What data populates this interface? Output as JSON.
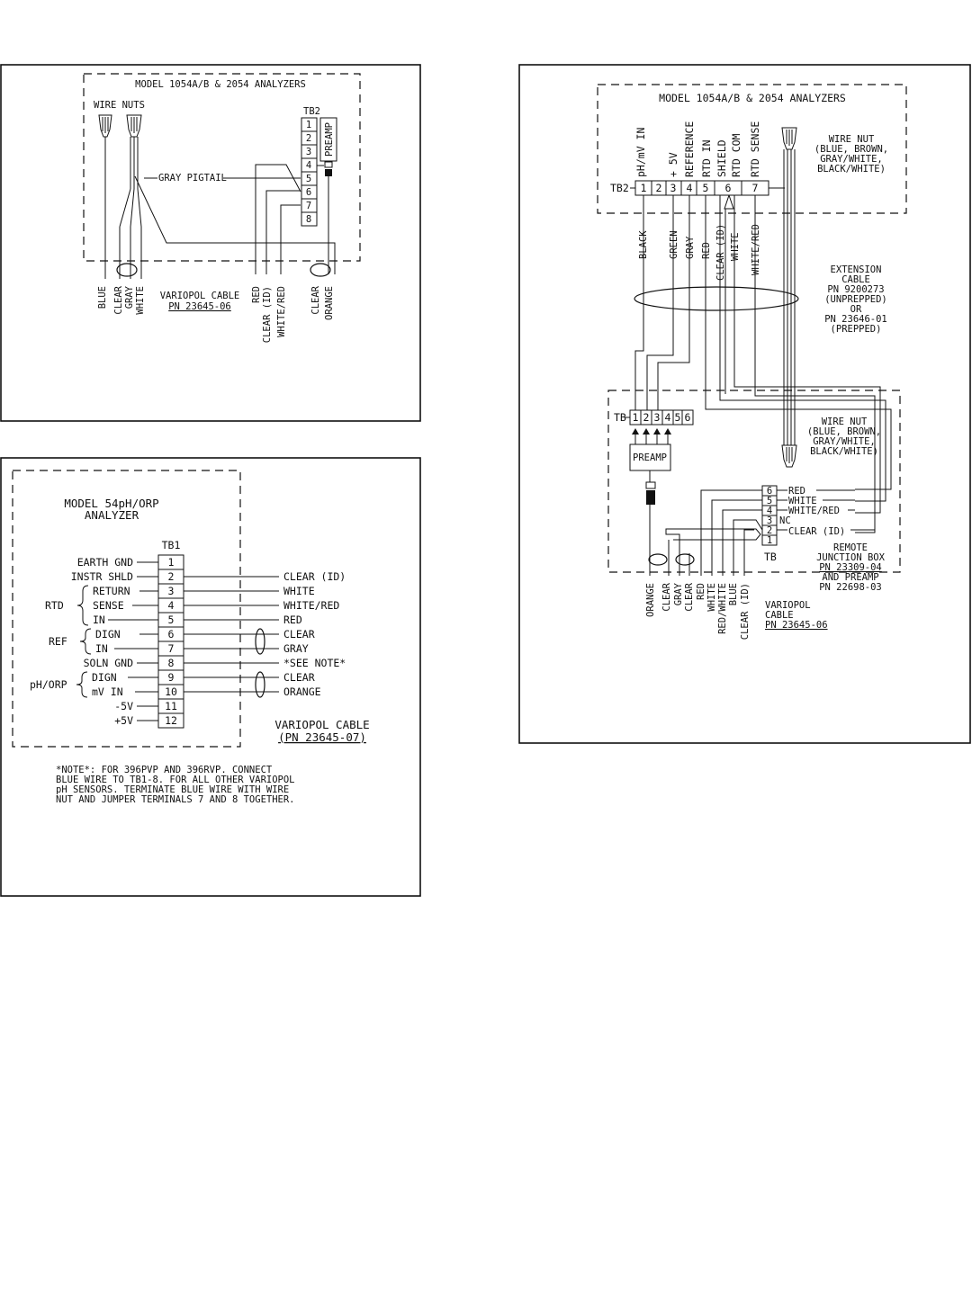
{
  "fig1": {
    "title": "MODEL 1054A/B & 2054 ANALYZERS",
    "wire_nuts": "WIRE NUTS",
    "tb_label": "TB2",
    "terminals": [
      "1",
      "2",
      "3",
      "4",
      "5",
      "6",
      "7",
      "8"
    ],
    "preamp": "PREAMP",
    "gray_pigtail": "GRAY PIGTAIL",
    "wires_left": [
      "BLUE",
      "CLEAR",
      "GRAY",
      "WHITE"
    ],
    "cable_label": [
      "VARIOPOL CABLE",
      "PN 23645-06"
    ],
    "wires_mid": [
      "RED",
      "CLEAR (ID)",
      "WHITE/RED"
    ],
    "wires_right": [
      "CLEAR",
      "ORANGE"
    ]
  },
  "fig2": {
    "title_lines": [
      "MODEL 54pH/ORP",
      "ANALYZER"
    ],
    "tb_label": "TB1",
    "rows": [
      {
        "left": "EARTH GND",
        "num": "1",
        "right": ""
      },
      {
        "left": "INSTR SHLD",
        "num": "2",
        "right": "CLEAR (ID)"
      },
      {
        "left": "RETURN",
        "num": "3",
        "right": "WHITE"
      },
      {
        "left": "SENSE",
        "num": "4",
        "right": "WHITE/RED"
      },
      {
        "left": "IN",
        "num": "5",
        "right": "RED"
      },
      {
        "left": "DIGN",
        "num": "6",
        "right": "CLEAR"
      },
      {
        "left": "IN",
        "num": "7",
        "right": "GRAY"
      },
      {
        "left": "SOLN GND",
        "num": "8",
        "right": "*SEE NOTE*"
      },
      {
        "left": "DIGN",
        "num": "9",
        "right": "CLEAR"
      },
      {
        "left": "mV IN",
        "num": "10",
        "right": "ORANGE"
      },
      {
        "left": "-5V",
        "num": "11",
        "right": ""
      },
      {
        "left": "+5V",
        "num": "12",
        "right": ""
      }
    ],
    "group_rtd": "RTD",
    "group_ref": "REF",
    "group_ph": "pH/ORP",
    "cable_label": [
      "VARIOPOL CABLE",
      "(PN 23645-07)"
    ],
    "note_lines": [
      "*NOTE*: FOR 396PVP AND 396RVP. CONNECT",
      "BLUE WIRE TO TB1-8. FOR ALL OTHER VARIOPOL",
      "pH SENSORS. TERMINATE BLUE WIRE WITH WIRE",
      "NUT AND JUMPER TERMINALS 7 AND 8 TOGETHER."
    ]
  },
  "fig3": {
    "title": "MODEL 1054A/B & 2054 ANALYZERS",
    "tb2_label": "TB2",
    "tb2_terminals": [
      "1",
      "2",
      "3",
      "4",
      "5",
      "6",
      "7"
    ],
    "signals": [
      "pH/mV IN",
      "+ 5V",
      "REFERENCE",
      "RTD IN",
      "SHIELD",
      "RTD COM",
      "RTD SENSE"
    ],
    "wire_nut_top": [
      "WIRE NUT",
      "(BLUE, BROWN,",
      "GRAY/WHITE,",
      "BLACK/WHITE)"
    ],
    "wires_top": [
      "BLACK",
      "GREEN",
      "GRAY",
      "RED",
      "CLEAR (ID)",
      "WHITE",
      "WHITE/RED"
    ],
    "extension_cable": [
      "EXTENSION",
      "CABLE",
      "PN 9200273",
      "(UNPREPPED)",
      "OR",
      "PN 23646-01",
      "(PREPPED)"
    ],
    "tb_label": "TB",
    "tb_terminals": [
      "1",
      "2",
      "3",
      "4",
      "5",
      "6"
    ],
    "preamp": "PREAMP",
    "wire_nut_bottom": [
      "WIRE NUT",
      "(BLUE, BROWN,",
      "GRAY/WHITE,",
      "BLACK/WHITE)"
    ],
    "jb_terminals": [
      "6",
      "5",
      "4",
      "3",
      "2",
      "1"
    ],
    "jb_wires": [
      "RED",
      "WHITE",
      "WHITE/RED",
      "NC",
      "CLEAR (ID)"
    ],
    "jb_tb_label": "TB",
    "junction_box": [
      "REMOTE",
      "JUNCTION BOX",
      "PN 23309-04",
      "AND PREAMP",
      "PN 22698-03"
    ],
    "wires_bottom": [
      "ORANGE",
      "CLEAR",
      "GRAY",
      "CLEAR",
      "RED",
      "WHITE",
      "RED/WHITE",
      "BLUE",
      "CLEAR (ID)"
    ],
    "cable_label": [
      "VARIOPOL",
      "CABLE",
      "PN 23645-06"
    ]
  }
}
